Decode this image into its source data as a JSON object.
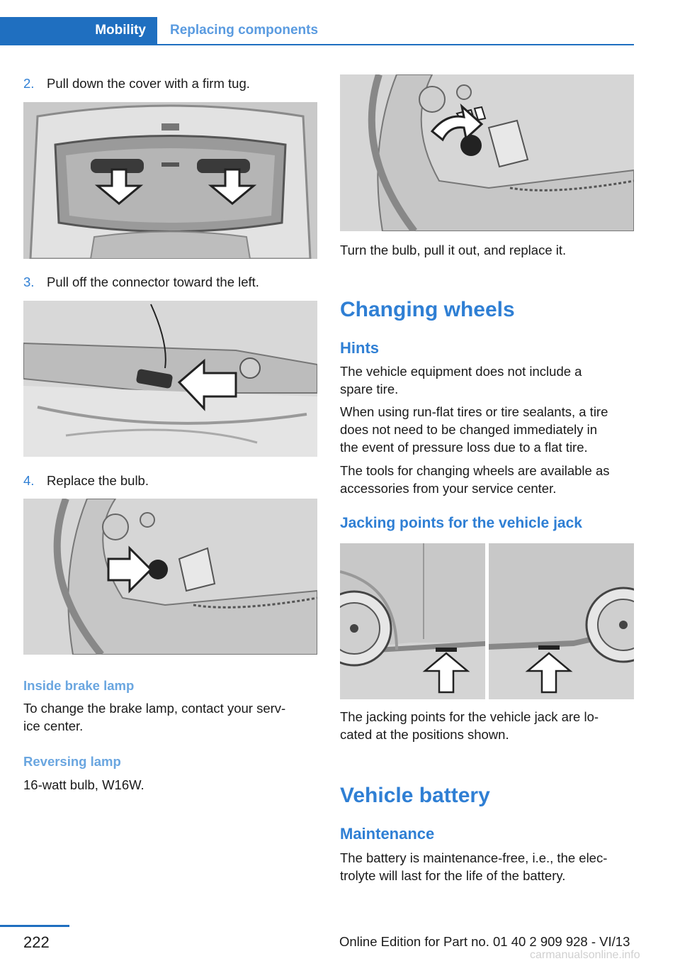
{
  "header": {
    "section": "Mobility",
    "subsection": "Replacing components"
  },
  "left": {
    "steps": [
      {
        "num": "2.",
        "text": "Pull down the cover with a firm tug."
      },
      {
        "num": "3.",
        "text": "Pull off the connector toward the left."
      },
      {
        "num": "4.",
        "text": "Replace the bulb."
      }
    ],
    "inside_brake": {
      "heading": "Inside brake lamp",
      "text": [
        "To change the brake lamp, contact your serv-",
        "ice center."
      ]
    },
    "reversing": {
      "heading": "Reversing lamp",
      "text": "16-watt bulb, W16W."
    }
  },
  "right": {
    "caption_bulb": "Turn the bulb, pull it out, and replace it.",
    "changing_wheels": "Changing wheels",
    "hints": {
      "heading": "Hints",
      "p1": [
        "The vehicle equipment does not include a",
        "spare tire."
      ],
      "p2": [
        "When using run-flat tires or tire sealants, a tire",
        "does not need to be changed immediately in",
        "the event of pressure loss due to a flat tire."
      ],
      "p3": [
        "The tools for changing wheels are available as",
        "accessories from your service center."
      ]
    },
    "jacking": {
      "heading": "Jacking points for the vehicle jack",
      "caption": [
        "The jacking points for the vehicle jack are lo-",
        "cated at the positions shown."
      ]
    },
    "battery": {
      "heading": "Vehicle battery",
      "maintenance": "Maintenance",
      "text": [
        "The battery is maintenance-free, i.e., the elec-",
        "trolyte will last for the life of the battery."
      ]
    }
  },
  "footer": {
    "page": "222",
    "edition": "Online Edition for Part no. 01 40 2 909 928 - VI/13",
    "watermark": "carmanualsonline.info"
  }
}
